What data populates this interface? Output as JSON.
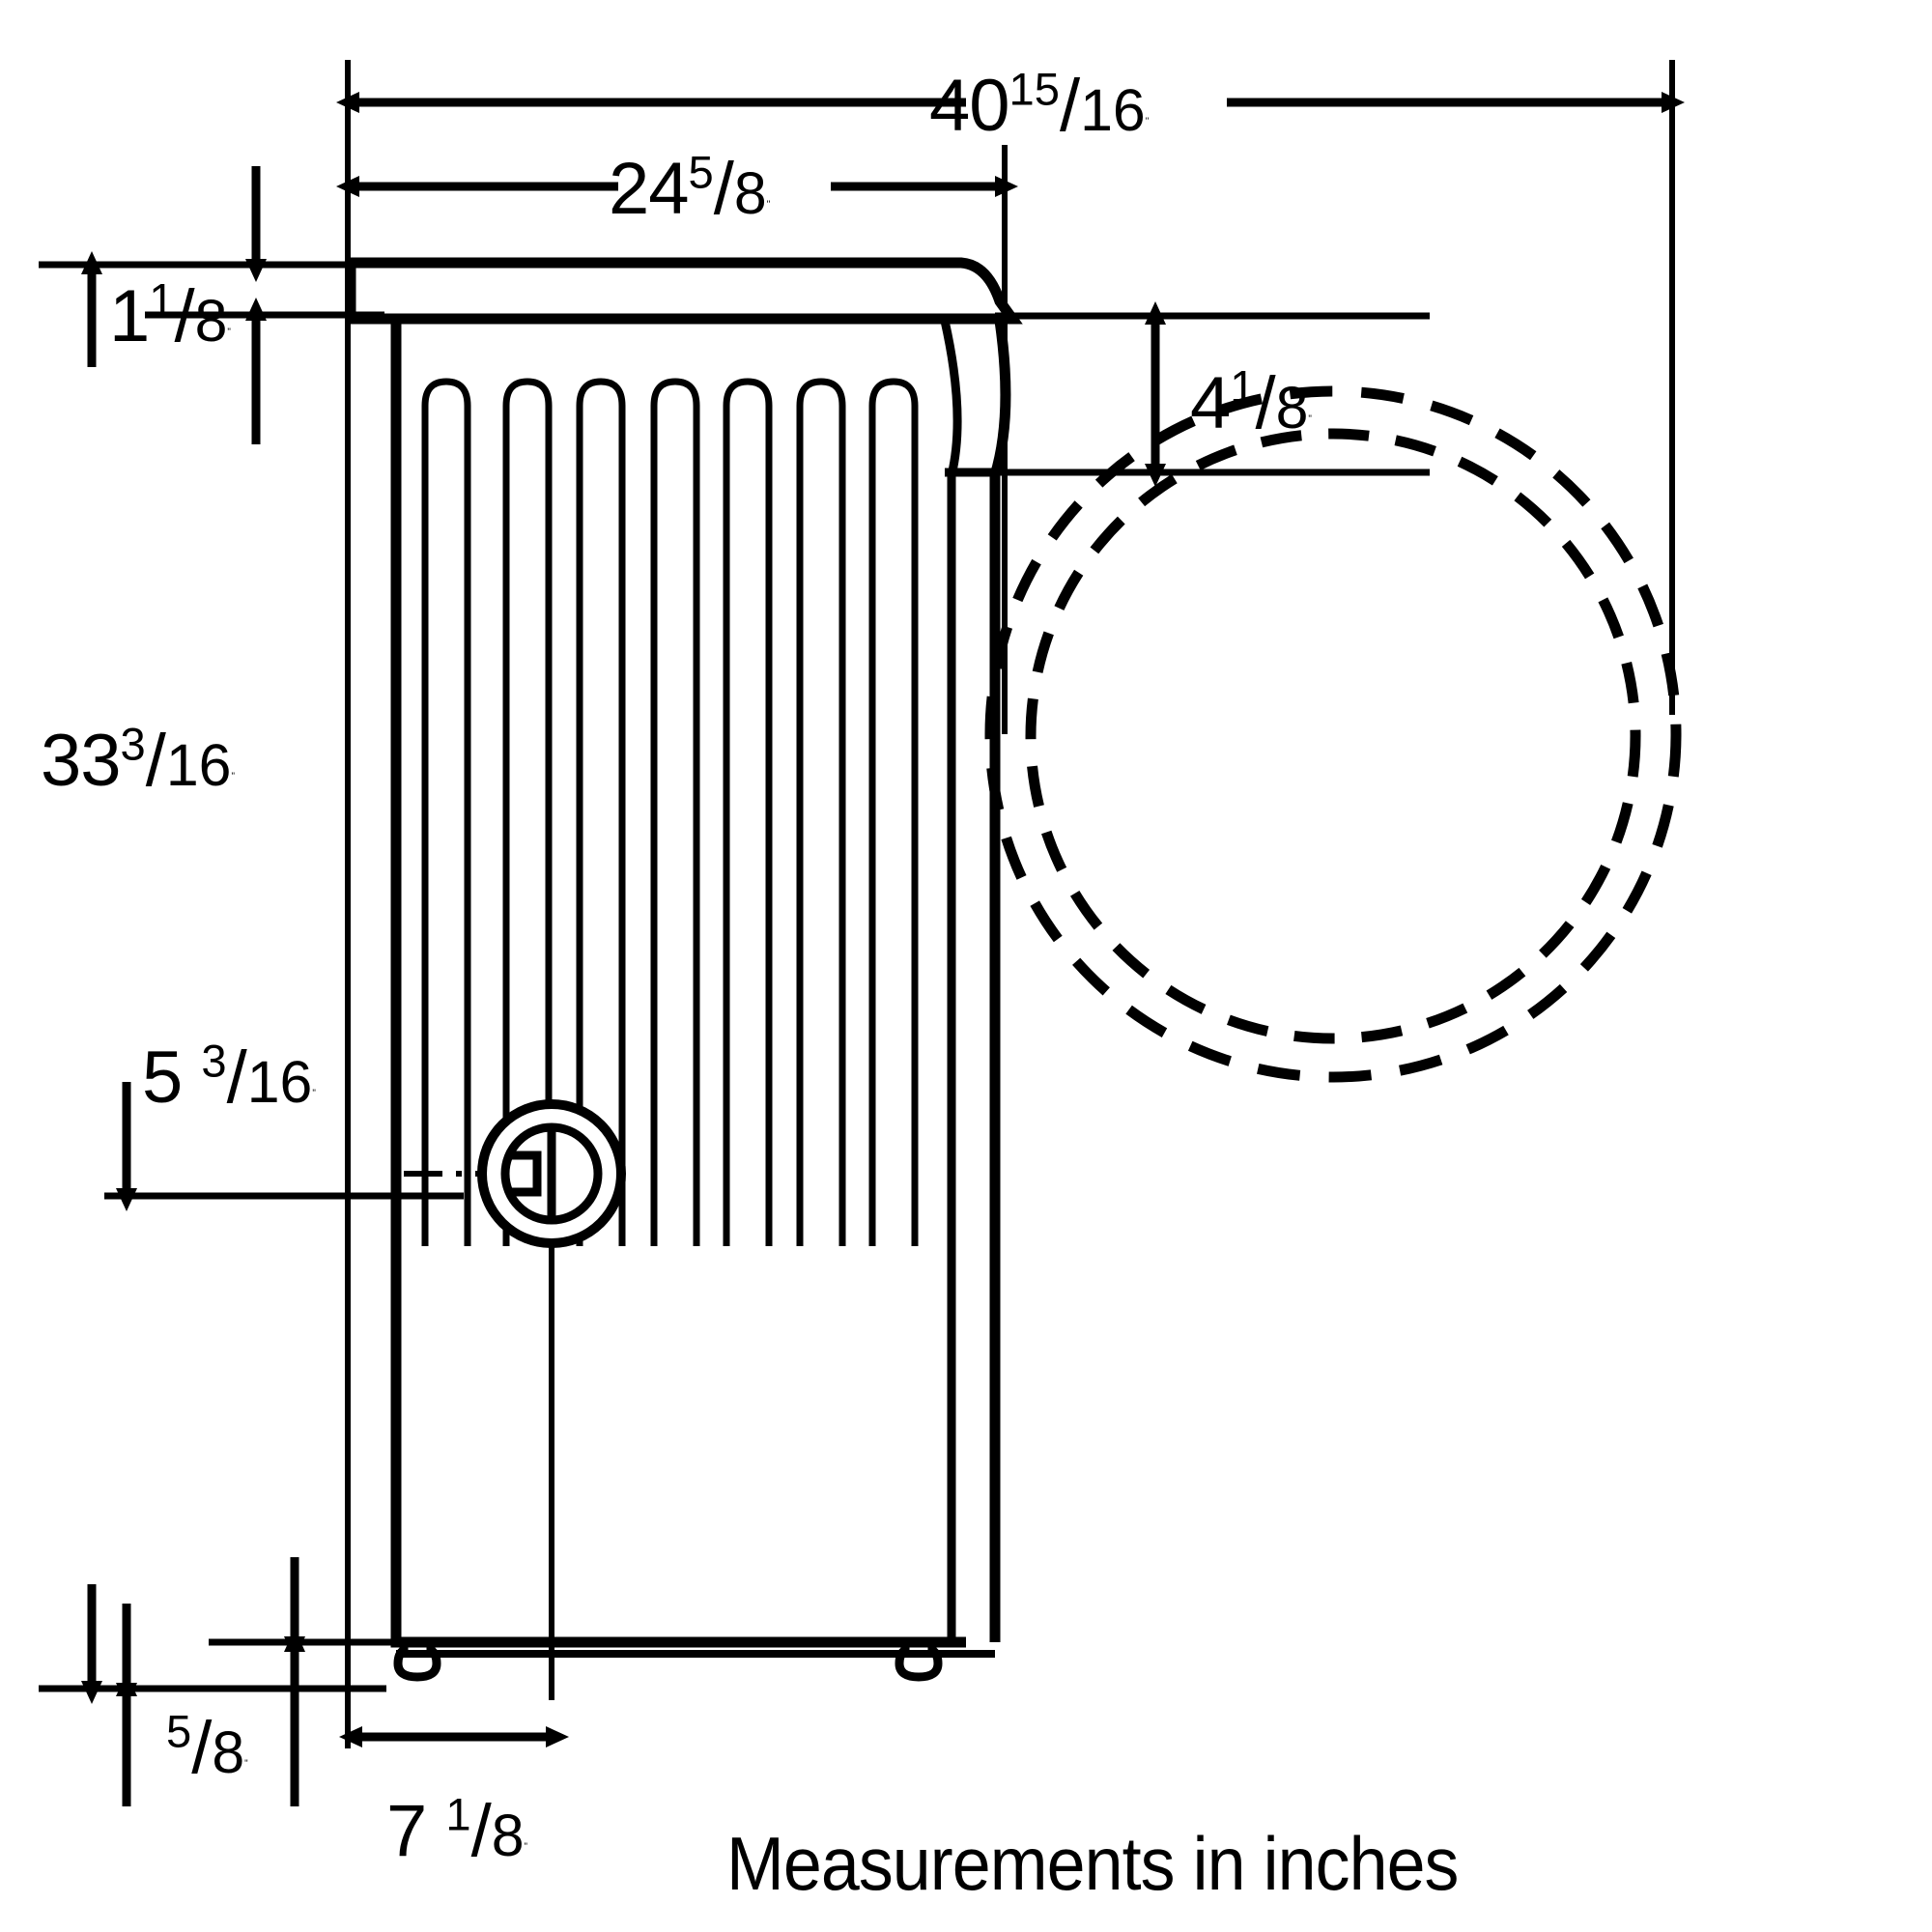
{
  "drawing": {
    "title": "Appliance side-view dimension drawing",
    "caption": "Measurements in inches",
    "units": "inches",
    "line_color": "#000000",
    "background_color": "#ffffff"
  },
  "dimensions": {
    "overall_depth_with_door": {
      "label_whole": "40",
      "label_num": "15",
      "label_den": "16",
      "label_inch": "\"",
      "value": 40.9375,
      "orientation": "horizontal",
      "position": "top"
    },
    "cabinet_depth": {
      "label_whole": "24",
      "label_num": "5",
      "label_den": "8",
      "label_inch": "\"",
      "value": 24.625,
      "orientation": "horizontal",
      "position": "top-second"
    },
    "top_panel_height": {
      "label_whole": "1",
      "label_num": "1",
      "label_den": "8",
      "label_inch": "\"",
      "value": 1.125,
      "orientation": "vertical",
      "position": "upper-left"
    },
    "overall_height": {
      "label_whole": "33",
      "label_num": "3",
      "label_den": "16",
      "label_inch": "\"",
      "value": 33.1875,
      "orientation": "vertical",
      "position": "left"
    },
    "door_top_offset": {
      "label_whole": "4",
      "label_num": "1",
      "label_den": "8",
      "label_inch": "\"",
      "value": 4.125,
      "orientation": "vertical",
      "position": "right"
    },
    "vent_center_height": {
      "label_whole": "5 ",
      "label_num": "3",
      "label_den": "16",
      "label_inch": "\"",
      "value": 5.1875,
      "orientation": "vertical",
      "position": "lower-left"
    },
    "leg_height": {
      "label_whole": "",
      "label_num": "5",
      "label_den": "8",
      "label_inch": "\"",
      "value": 0.625,
      "orientation": "vertical",
      "position": "bottom-left"
    },
    "vent_center_offset": {
      "label_whole": "7 ",
      "label_num": "1",
      "label_den": "8",
      "label_inch": "\"",
      "value": 7.125,
      "orientation": "horizontal",
      "position": "bottom"
    }
  },
  "features": {
    "ribs_count": 7,
    "feet_count": 2,
    "door_swing_style": "dashed-circle",
    "vent_knob": "circular-latch"
  }
}
